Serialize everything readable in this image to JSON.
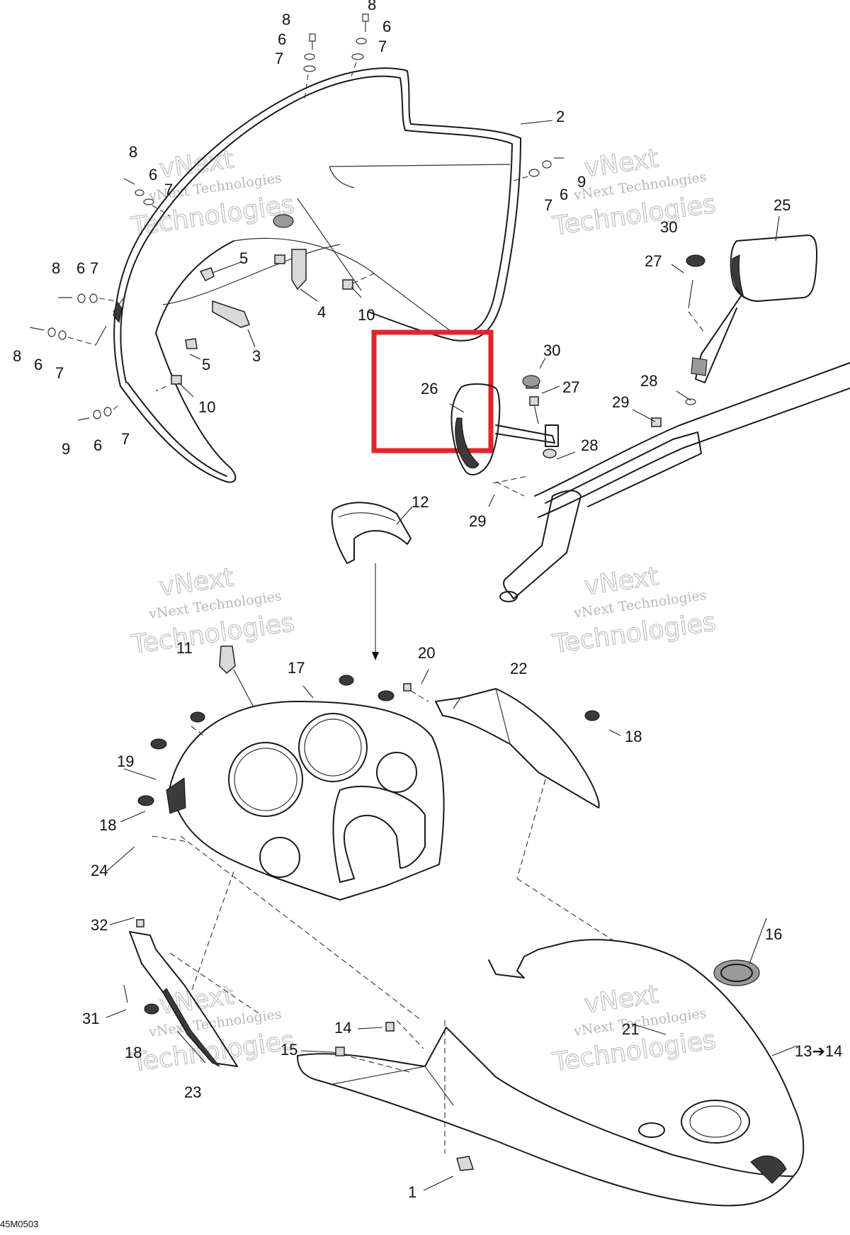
{
  "diagram": {
    "reference_code": "45M0503",
    "highlight_color": "#e0262b",
    "highlighted_part": "26",
    "watermark": {
      "brand": "vNext",
      "company": "vNext Technologies",
      "word": "Technologies"
    },
    "labels": {
      "p1": "1",
      "p2": "2",
      "p3": "3",
      "p4": "4",
      "p5a": "5",
      "p5b": "5",
      "p6a": "6",
      "p6b": "6",
      "p6c": "6",
      "p6d": "6",
      "p6e": "6",
      "p6f": "6",
      "p6g": "6",
      "p7a": "7",
      "p7b": "7",
      "p7c": "7",
      "p7d": "7",
      "p7e": "7",
      "p7f": "7",
      "p7g": "7",
      "p8a": "8",
      "p8b": "8",
      "p8c": "8",
      "p8d": "8",
      "p8e": "8",
      "p9a": "9",
      "p9b": "9",
      "p10a": "10",
      "p10b": "10",
      "p11": "11",
      "p12": "12",
      "p13": "13➔14",
      "p14": "14",
      "p15": "15",
      "p16": "16",
      "p17": "17",
      "p18a": "18",
      "p18b": "18",
      "p18c": "18",
      "p19": "19",
      "p20": "20",
      "p21": "21",
      "p22": "22",
      "p23": "23",
      "p24": "24",
      "p25": "25",
      "p26": "26",
      "p27a": "27",
      "p27b": "27",
      "p28a": "28",
      "p28b": "28",
      "p29a": "29",
      "p29b": "29",
      "p30a": "30",
      "p30b": "30",
      "p31": "31",
      "p32": "32"
    }
  }
}
